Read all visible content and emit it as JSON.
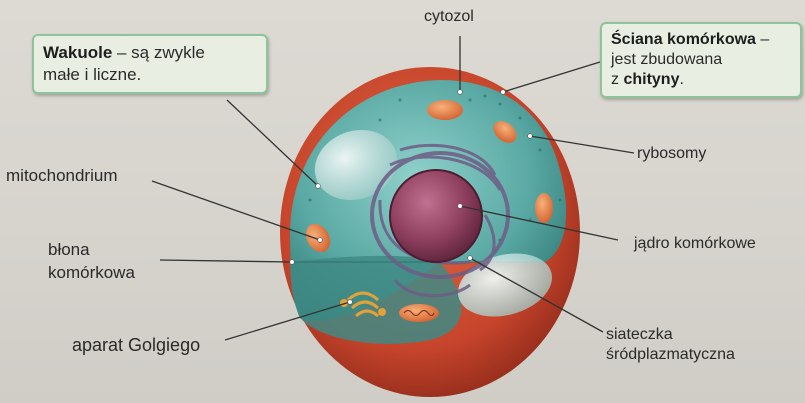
{
  "labels": {
    "cytozol": "cytozol",
    "rybosomy": "rybosomy",
    "mitochondrium": "mitochondrium",
    "blona_line1": "błona",
    "blona_line2": "komórkowa",
    "jadro": "jądro komórkowe",
    "golgi": "aparat Golgiego",
    "siateczka_line1": "siateczka",
    "siateczka_line2": "śródplazmatyczna"
  },
  "callout_wakuole": {
    "term": "Wakuole",
    "rest1": " – są zwykle",
    "line2": "małe i liczne."
  },
  "callout_sciana": {
    "term": "Ściana komórkowa",
    "rest1": " –",
    "line2": "jest zbudowana",
    "line3_pre": "z ",
    "line3_bold": "chityny",
    "line3_post": "."
  },
  "colors": {
    "cell_wall": "#c2402a",
    "cytoplasm": "#5fa9a6",
    "nucleus": "#8d3f5d",
    "callout_border": "#8fc49a",
    "callout_bg": "#e9eee2"
  }
}
